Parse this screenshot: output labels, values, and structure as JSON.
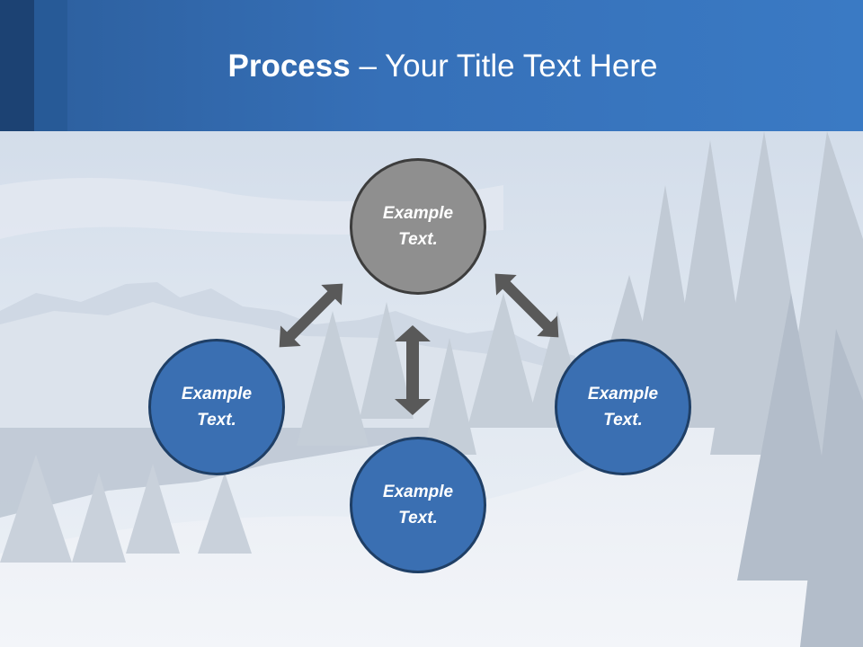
{
  "slide": {
    "title_bold": "Process",
    "title_rest": " – Your Title Text Here"
  },
  "diagram": {
    "nodes": {
      "top": {
        "label_line1": "Example",
        "label_line2": "Text."
      },
      "left": {
        "label_line1": "Example",
        "label_line2": "Text."
      },
      "bottom": {
        "label_line1": "Example",
        "label_line2": "Text."
      },
      "right": {
        "label_line1": "Example",
        "label_line2": "Text."
      }
    }
  },
  "colors": {
    "header": "#3670b8",
    "node_blue": "#3a6fb2",
    "node_grey": "#8f8f8f",
    "arrow": "#595959"
  }
}
